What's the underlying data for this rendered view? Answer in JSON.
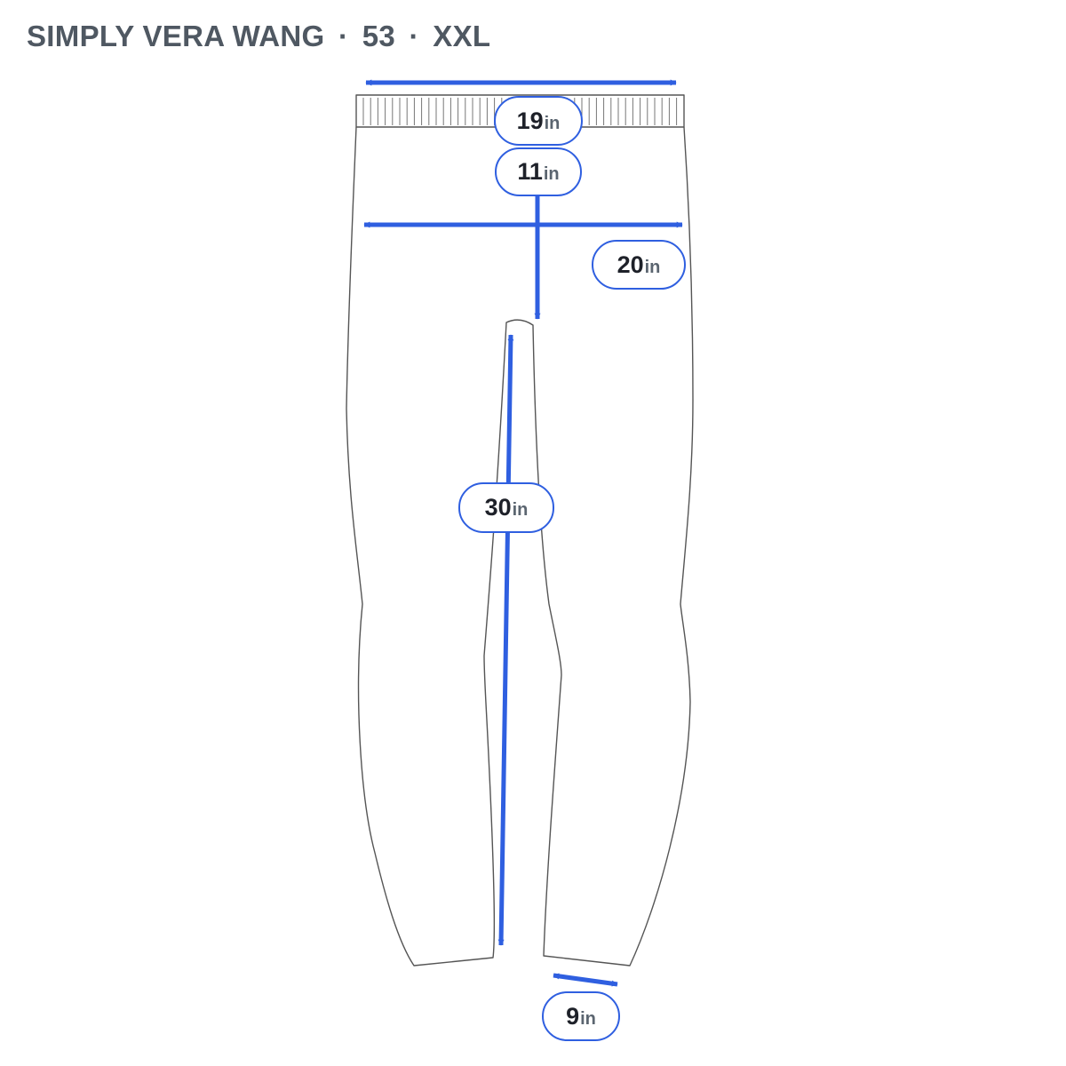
{
  "header": {
    "brand": "SIMPLY VERA WANG",
    "separator": "·",
    "style_number": "53",
    "size": "XXL"
  },
  "colors": {
    "accent": "#2f5fe0",
    "outline": "#555555",
    "title": "#4f5862",
    "value_text": "#1e2129",
    "unit_text": "#5b6570"
  },
  "measurements": {
    "waist": {
      "value": "19",
      "unit": "in"
    },
    "rise": {
      "value": "11",
      "unit": "in"
    },
    "hip": {
      "value": "20",
      "unit": "in"
    },
    "inseam": {
      "value": "30",
      "unit": "in"
    },
    "leg_opening": {
      "value": "9",
      "unit": "in"
    }
  }
}
